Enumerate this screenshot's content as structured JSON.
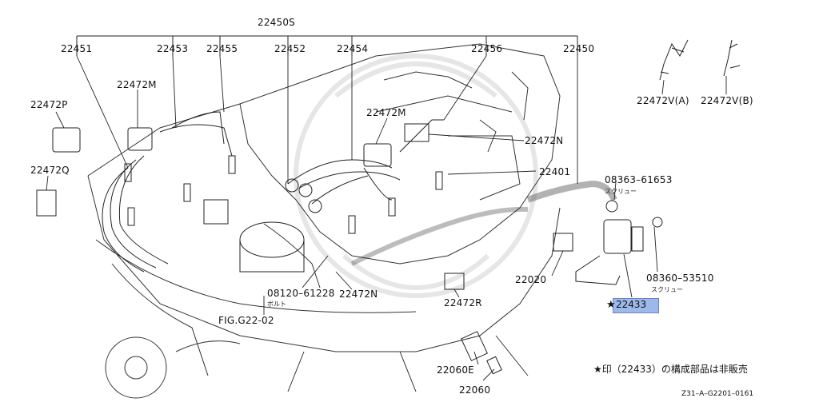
{
  "labels": {
    "set_22450s": "22450S",
    "p22451": "22451",
    "p22453": "22453",
    "p22455": "22455",
    "p22452": "22452",
    "p22454": "22454",
    "p22456": "22456",
    "p22450": "22450",
    "p22472m_a": "22472M",
    "p22472m_b": "22472M",
    "p22472p": "22472P",
    "p22472q": "22472Q",
    "p22472n_a": "22472N",
    "p22472n_b": "22472N",
    "p22401": "22401",
    "p08363": "08363–61653",
    "screw_a": "スクリュー",
    "p22020": "22020",
    "p08360": "08360–53510",
    "screw_b": "スクリュー",
    "p08120": "08120–61228",
    "bolt": "ボルト",
    "fig_ref": "FIG.G22-02",
    "p22472r": "22472R",
    "p22060e": "22060E",
    "p22060": "22060",
    "p22472va": "22472V(A)",
    "p22472vb": "22472V(B)",
    "highlight_star": "★",
    "highlight_code": "22433",
    "footnote": "★印（22433）の構成部品は非販売",
    "diagram_ref": "Z31–A–G2201–0161"
  },
  "colors": {
    "line": "#222222",
    "highlight_fill": "#9db8ea",
    "highlight_border": "#6a84c4",
    "watermark": "#e8e8e8"
  }
}
